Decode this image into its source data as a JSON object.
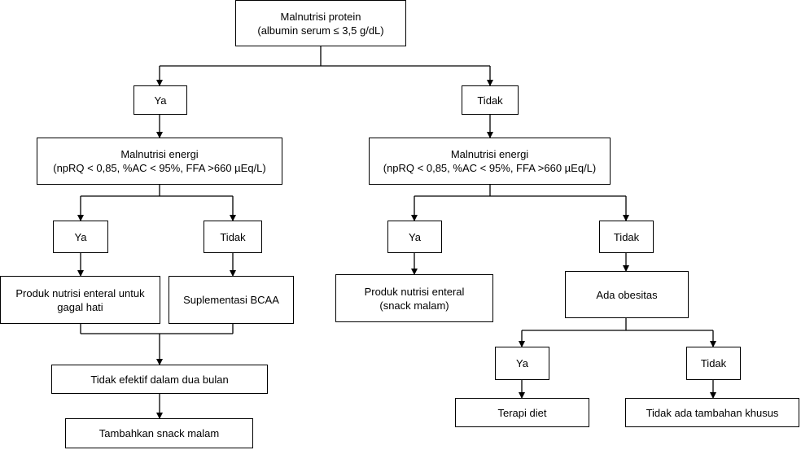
{
  "root": {
    "line1": "Malnutrisi protein",
    "line2": "(albumin serum ≤ 3,5 g/dL)"
  },
  "left": {
    "yes": "Ya",
    "energy": {
      "line1": "Malnutrisi energi",
      "line2": "(npRQ < 0,85, %AC < 95%, FFA >660 µEq/L)"
    },
    "energy_yes": "Ya",
    "energy_no": "Tidak",
    "enteral": {
      "line1": "Produk nutrisi enteral untuk",
      "line2": "gagal hati"
    },
    "bcaa": "Suplementasi BCAA",
    "ineffective": "Tidak efektif dalam dua bulan",
    "night_snack": "Tambahkan snack malam"
  },
  "right": {
    "no": "Tidak",
    "energy": {
      "line1": "Malnutrisi energi",
      "line2": "(npRQ < 0,85, %AC < 95%, FFA >660 µEq/L)"
    },
    "energy_yes": "Ya",
    "energy_no": "Tidak",
    "enteral": {
      "line1": "Produk nutrisi enteral",
      "line2": "(snack malam)"
    },
    "obesity": "Ada obesitas",
    "obesity_yes": "Ya",
    "obesity_no": "Tidak",
    "diet": "Terapi diet",
    "none": "Tidak ada tambahan khusus"
  }
}
